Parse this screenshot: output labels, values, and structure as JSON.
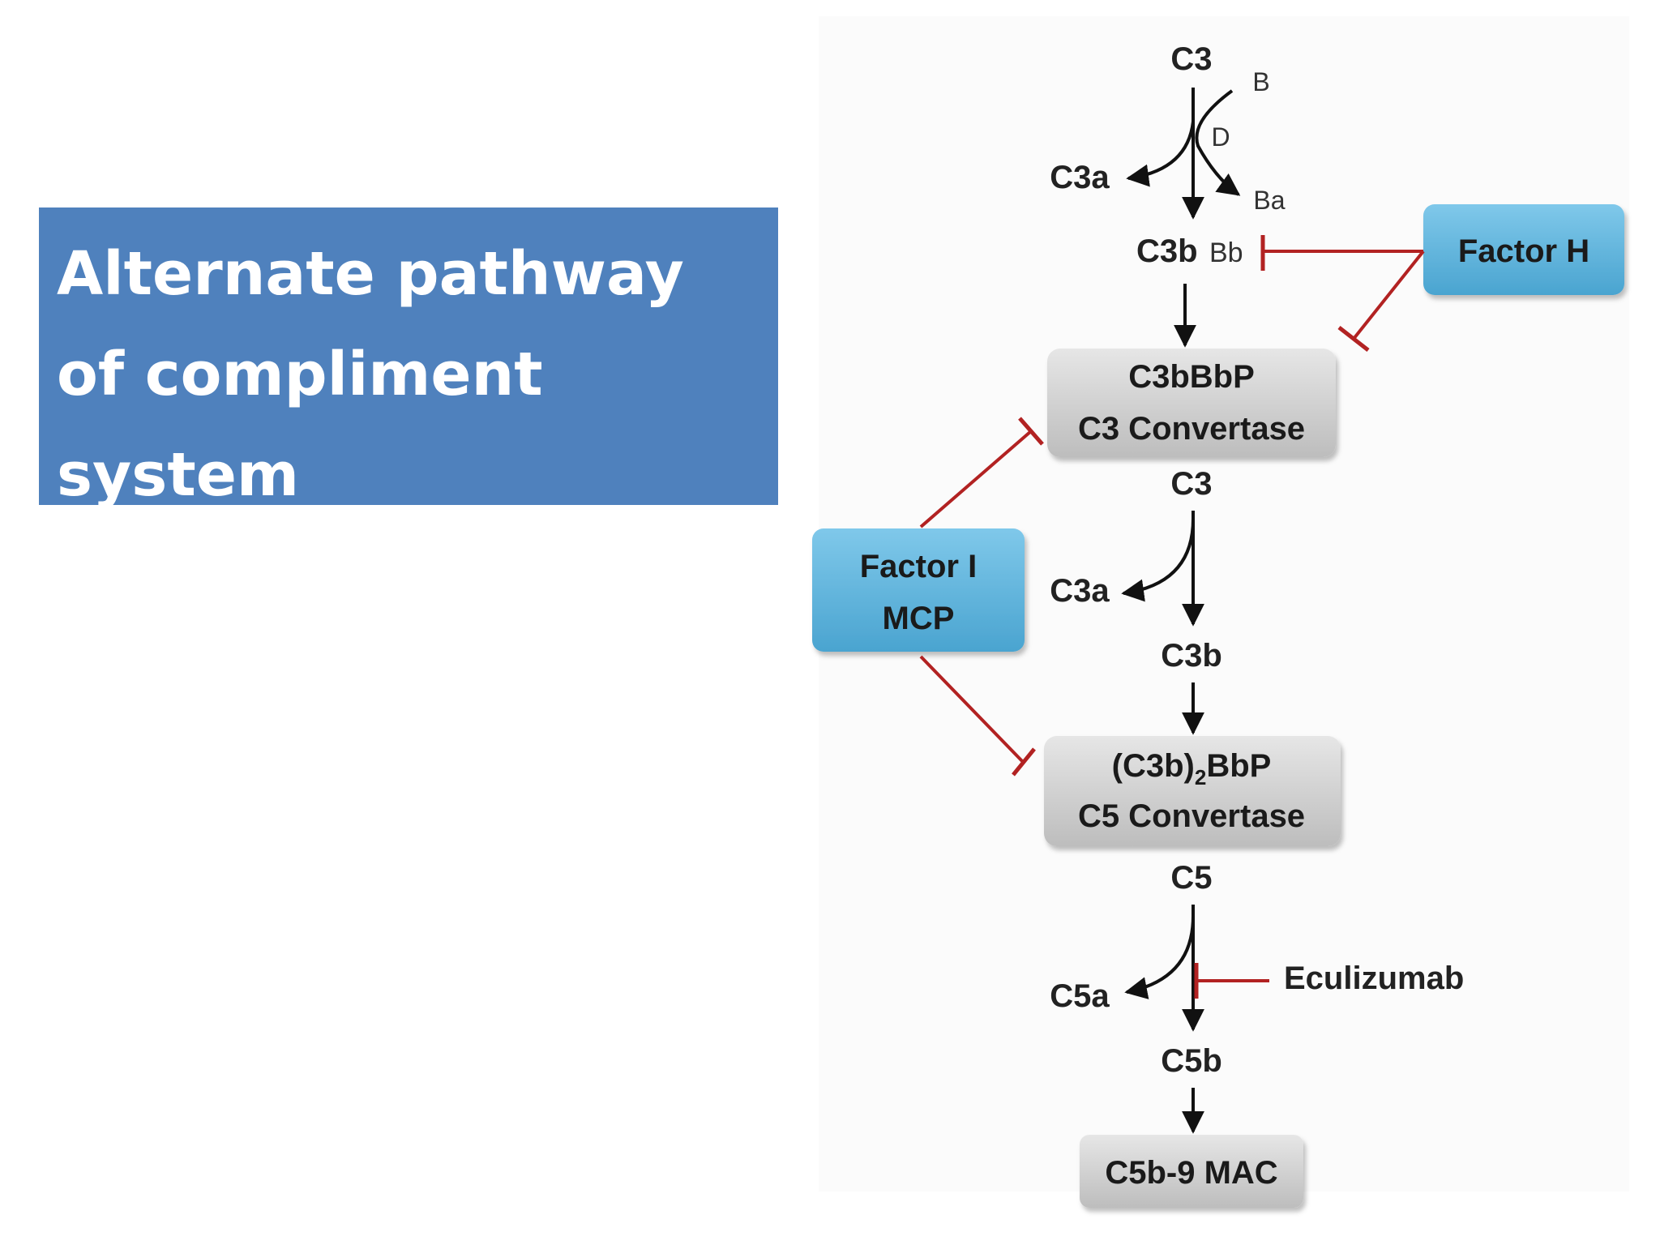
{
  "slide": {
    "title_lines": [
      "Alternate pathway",
      "of compliment",
      "system"
    ]
  },
  "diagram": {
    "nodes": {
      "c3_top": "C3",
      "b": "B",
      "d": "D",
      "c3a_1": "C3a",
      "ba": "Ba",
      "c3b": "C3b",
      "bb": "Bb",
      "factor_h": "Factor H",
      "c3_convertase_line1": "C3bBbP",
      "c3_convertase_line2": "C3 Convertase",
      "c3_mid": "C3",
      "factor_i_line1": "Factor I",
      "factor_i_line2": "MCP",
      "c3a_2": "C3a",
      "c3b_mid": "C3b",
      "c5_convertase_line1_a": "(C3b)",
      "c5_convertase_line1_sub": "2",
      "c5_convertase_line1_b": "BbP",
      "c5_convertase_line2": "C5 Convertase",
      "c5": "C5",
      "c5a": "C5a",
      "eculizumab": "Eculizumab",
      "c5b": "C5b",
      "mac": "C5b-9 MAC"
    },
    "colors": {
      "title_bg": "#4f81bd",
      "blue_box": "#5fb3d9",
      "gray_box": "#cfcfcf",
      "inhibit_line": "#b22222",
      "arrow": "#111111"
    }
  }
}
